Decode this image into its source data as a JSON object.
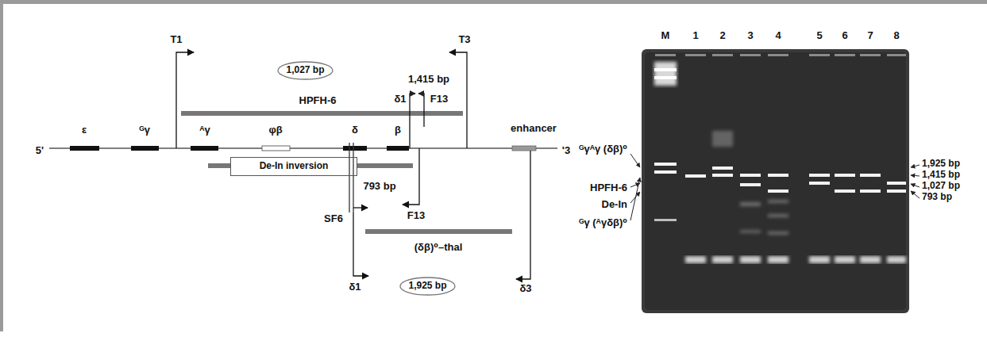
{
  "diagram": {
    "nodes": [
      {
        "text": [
          "1,027 bp"
        ]
      },
      {
        "text": [
          "De-In inversion"
        ]
      },
      {
        "text": [
          "1,925 bp"
        ]
      }
    ],
    "labels": [
      "T1",
      "T3",
      "1,415 bp",
      "δ1",
      "F13",
      "HPFH-6",
      "ε",
      "ᴳγ",
      "ᴬγ",
      "φβ",
      "δ",
      "β",
      "enhancer",
      "5'",
      "'3",
      "793 bp",
      "SF6",
      "F13",
      "(δβ)⁰–thal",
      "δ1",
      "δ3",
      "M",
      "1",
      "2",
      "3",
      "4",
      "5",
      "6",
      "7",
      "8",
      "ᴳγᴬγ (δβ)⁰",
      "HPFH-6",
      "De-In",
      "ᴳγ (ᴬγδβ)⁰",
      "1,925 bp",
      "1,415 bp",
      "1,027 bp",
      "793 bp"
    ]
  }
}
